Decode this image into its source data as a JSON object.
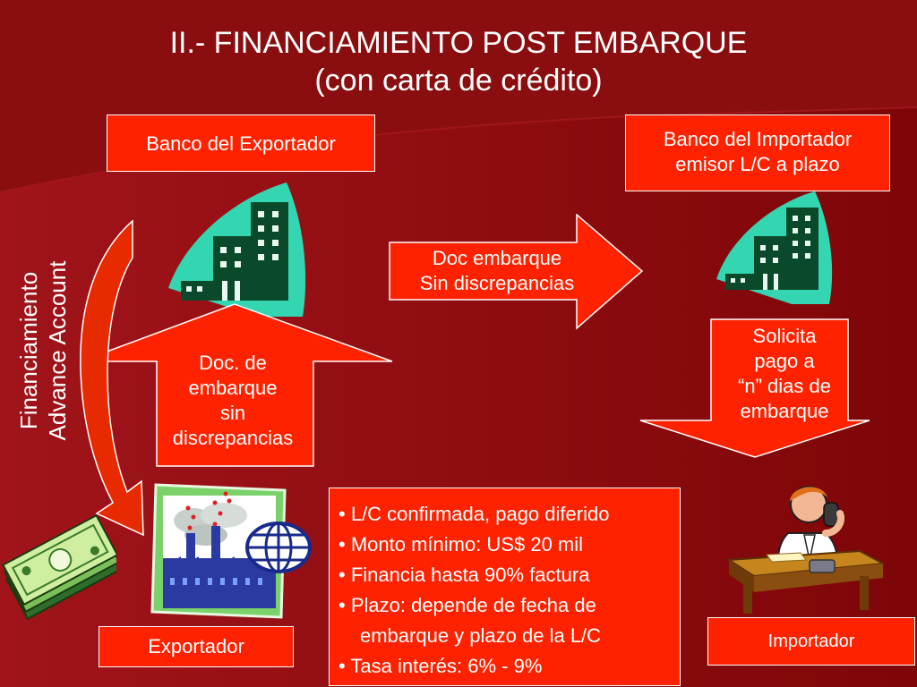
{
  "title": {
    "line1": "II.- FINANCIAMIENTO POST EMBARQUE",
    "line2": "(con carta de crédito)"
  },
  "banks": {
    "exporter": "Banco del Exportador",
    "importer_line1": "Banco del Importador",
    "importer_line2": "emisor L/C a plazo"
  },
  "arrows": {
    "doc_right_line1": "Doc embarque",
    "doc_right_line2": "Sin discrepancias",
    "doc_up_line1": "Doc. de",
    "doc_up_line2": "embarque",
    "doc_up_line3": "sin",
    "doc_up_line4": "discrepancias",
    "request_line1": "Solicita",
    "request_line2": "pago a",
    "request_line3": "“n” dias de",
    "request_line4": "embarque"
  },
  "side_label": {
    "line1": "Financiamiento",
    "line2": "Advance Account"
  },
  "parties": {
    "exporter": "Exportador",
    "importer": "Importador"
  },
  "conditions": {
    "bullet": "•",
    "items": [
      "L/C confirmada, pago diferido",
      "Monto mínimo: US$ 20 mil",
      "Financia hasta 90% factura",
      "Plazo: depende de fecha de",
      "Tasa interés: 6% - 9%"
    ],
    "item4_continuation": "embarque y plazo de la L/C"
  },
  "icons": {
    "bank_exporter": "bank-building-icon",
    "bank_importer": "bank-building-icon",
    "money": "money-stack-icon",
    "factory": "factory-icon",
    "globe": "globe-icon",
    "importer_person": "person-on-phone-icon"
  },
  "colors": {
    "background": "#8a0a0c",
    "box_fill": "#ff2200",
    "building_wedge": "#33d6b0",
    "building": "#0a4a2a"
  }
}
